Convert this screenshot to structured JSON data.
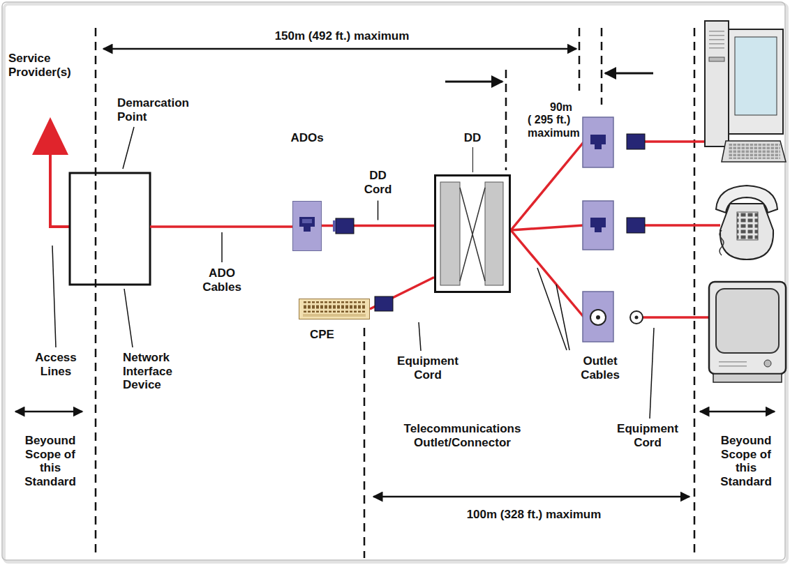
{
  "diagram": {
    "nodes": [
      {
        "text": [
          "ADOs"
        ]
      },
      {
        "text": [
          "DD"
        ]
      },
      {
        "text": [
          "CPE"
        ]
      }
    ],
    "edges": [
      {
        "from": 0,
        "to": 1,
        "arrow": "none",
        "label": "DD Cord"
      },
      {
        "from": 2,
        "to": 1,
        "arrow": "none"
      }
    ],
    "labels": [
      "150m (492 ft.) maximum",
      "90m ( 295 ft.) maximum",
      "Service Provider(s)",
      "Demarcation Point",
      "Network Interface Device",
      "ADO Cables",
      "Access Lines",
      "Equipment Cord",
      "Outlet Cables",
      "Telecommunications Outlet/Connector",
      "Equipment Cord",
      "Beyound Scope of this Standard",
      "100m (328 ft.) maximum",
      "Beyound Scope of this Standard"
    ]
  }
}
